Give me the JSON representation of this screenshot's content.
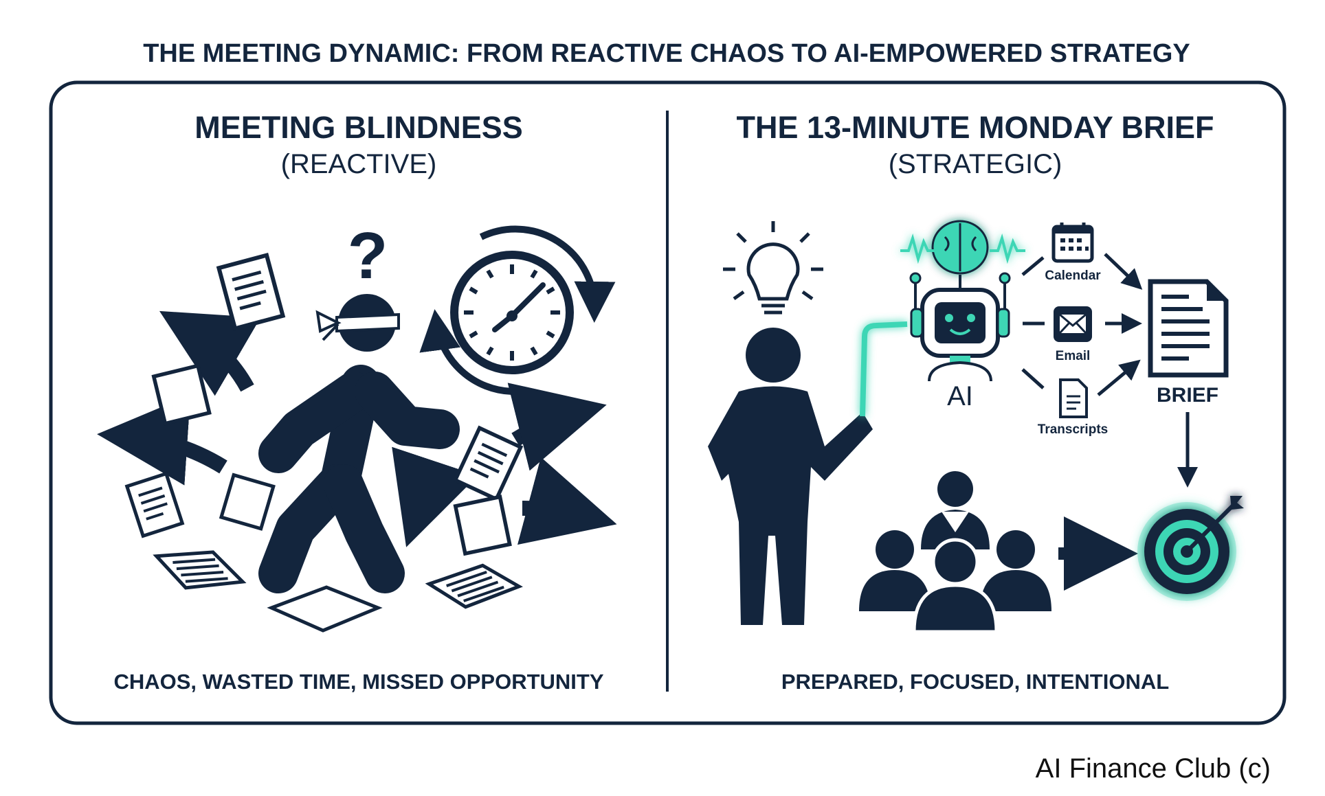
{
  "title": "THE MEETING DYNAMIC: FROM REACTIVE CHAOS TO AI-EMPOWERED STRATEGY",
  "left_panel": {
    "heading": "MEETING BLINDNESS",
    "subheading": "(REACTIVE)",
    "caption": "CHAOS, WASTED TIME, MISSED OPPORTUNITY",
    "question_mark": "?"
  },
  "right_panel": {
    "heading": "THE 13-MINUTE MONDAY BRIEF",
    "subheading": "(STRATEGIC)",
    "caption": "PREPARED, FOCUSED, INTENTIONAL",
    "ai_label": "AI",
    "sources": [
      "Calendar",
      "Email",
      "Transcripts"
    ],
    "output_label": "BRIEF"
  },
  "footer": "AI Finance Club (c)",
  "colors": {
    "navy": "#13253d",
    "teal": "#3ed6b5"
  }
}
